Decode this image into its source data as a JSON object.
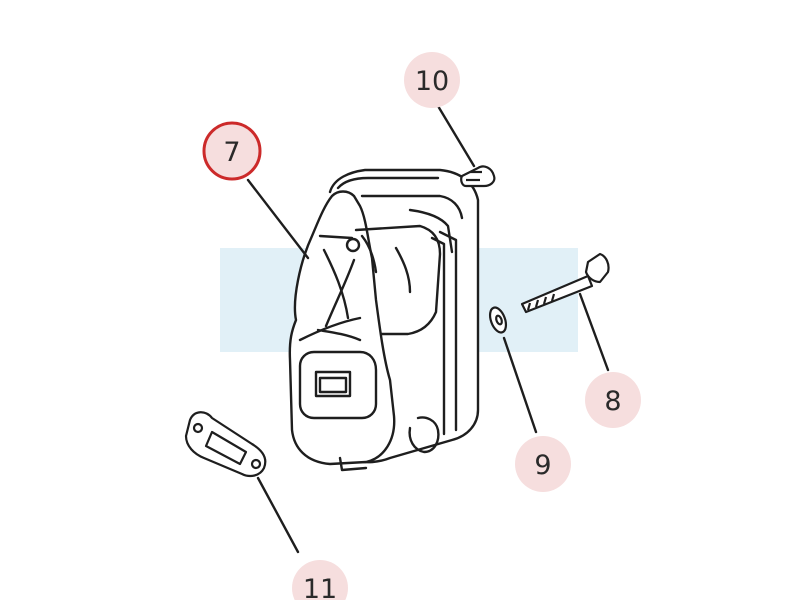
{
  "diagram": {
    "parts": [
      {
        "id": "muffler",
        "callout": "7",
        "highlighted": true
      },
      {
        "id": "bolt-long",
        "callout": "8",
        "highlighted": false
      },
      {
        "id": "washer",
        "callout": "9",
        "highlighted": false
      },
      {
        "id": "screw-small",
        "callout": "10",
        "highlighted": false
      },
      {
        "id": "gasket",
        "callout": "11",
        "highlighted": false
      }
    ]
  },
  "colors": {
    "line": "#1e1e1e",
    "bubble_fill": "#f6dede",
    "highlight_ring": "#cc2a2a",
    "watermark": "#dcedf6"
  },
  "icons": [
    "muffler-icon",
    "bolt-icon",
    "washer-icon",
    "screw-icon",
    "gasket-icon"
  ]
}
